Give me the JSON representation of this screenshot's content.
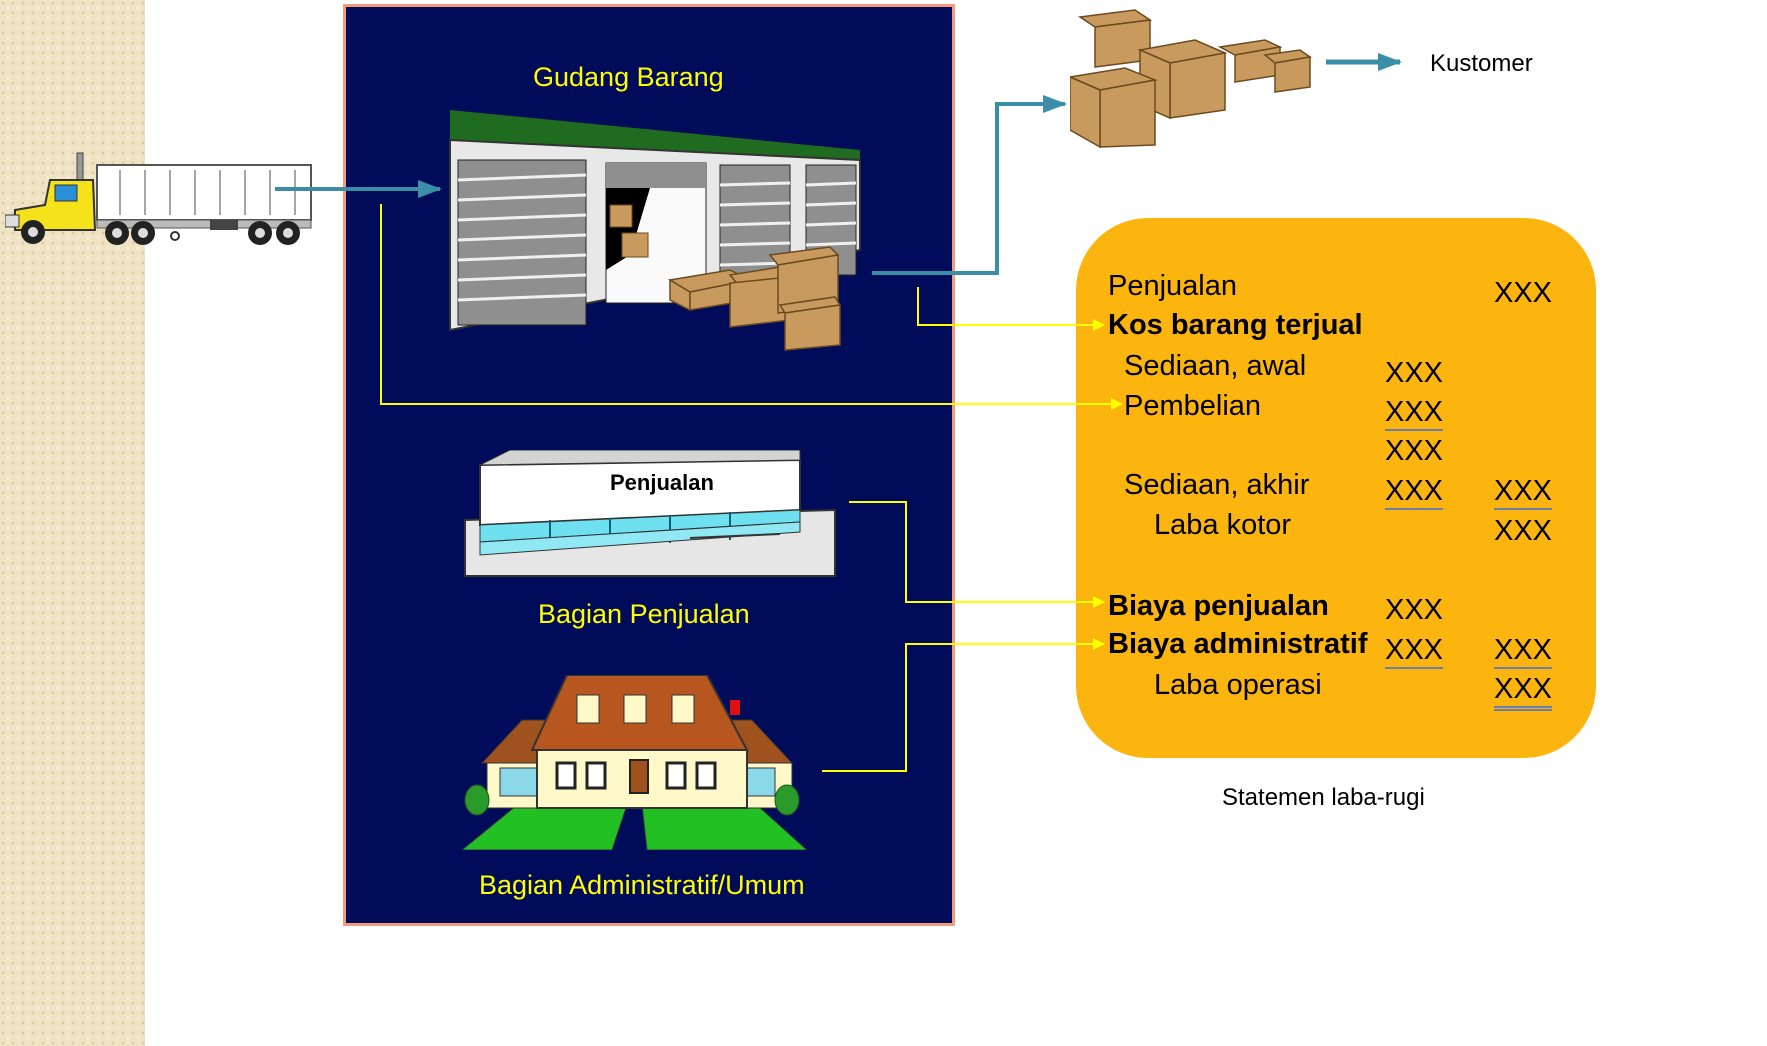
{
  "departments": {
    "warehouse_title": "Gudang Barang",
    "store_sign": "Penjualan",
    "sales_title": "Bagian Penjualan",
    "admin_title": "Bagian Administratif/Umum"
  },
  "customer_label": "Kustomer",
  "income_statement": {
    "caption": "Statemen laba-rugi",
    "sales": {
      "label": "Penjualan",
      "total": "XXX"
    },
    "cogs_header": "Kos barang terjual",
    "beginning_inventory": {
      "label": "Sediaan, awal",
      "amount": "XXX"
    },
    "purchases": {
      "label": "Pembelian",
      "amount": "XXX"
    },
    "available_subtotal": "XXX",
    "ending_inventory": {
      "label": "Sediaan, akhir",
      "amount": "XXX",
      "total": "XXX"
    },
    "gross_profit": {
      "label": "Laba kotor",
      "total": "XXX"
    },
    "selling_expense": {
      "label": "Biaya penjualan",
      "amount": "XXX"
    },
    "admin_expense": {
      "label": "Biaya administratif",
      "amount": "XXX",
      "total": "XXX"
    },
    "operating_income": {
      "label": "Laba operasi",
      "total": "XXX"
    }
  },
  "colors": {
    "panel_bg": "#000b5a",
    "panel_border": "#f29c7c",
    "statement_bg": "#fcb40e",
    "flow_arrow": "#3b8ea5",
    "connector_line": "#ffff00",
    "panel_text": "#ffff00"
  }
}
